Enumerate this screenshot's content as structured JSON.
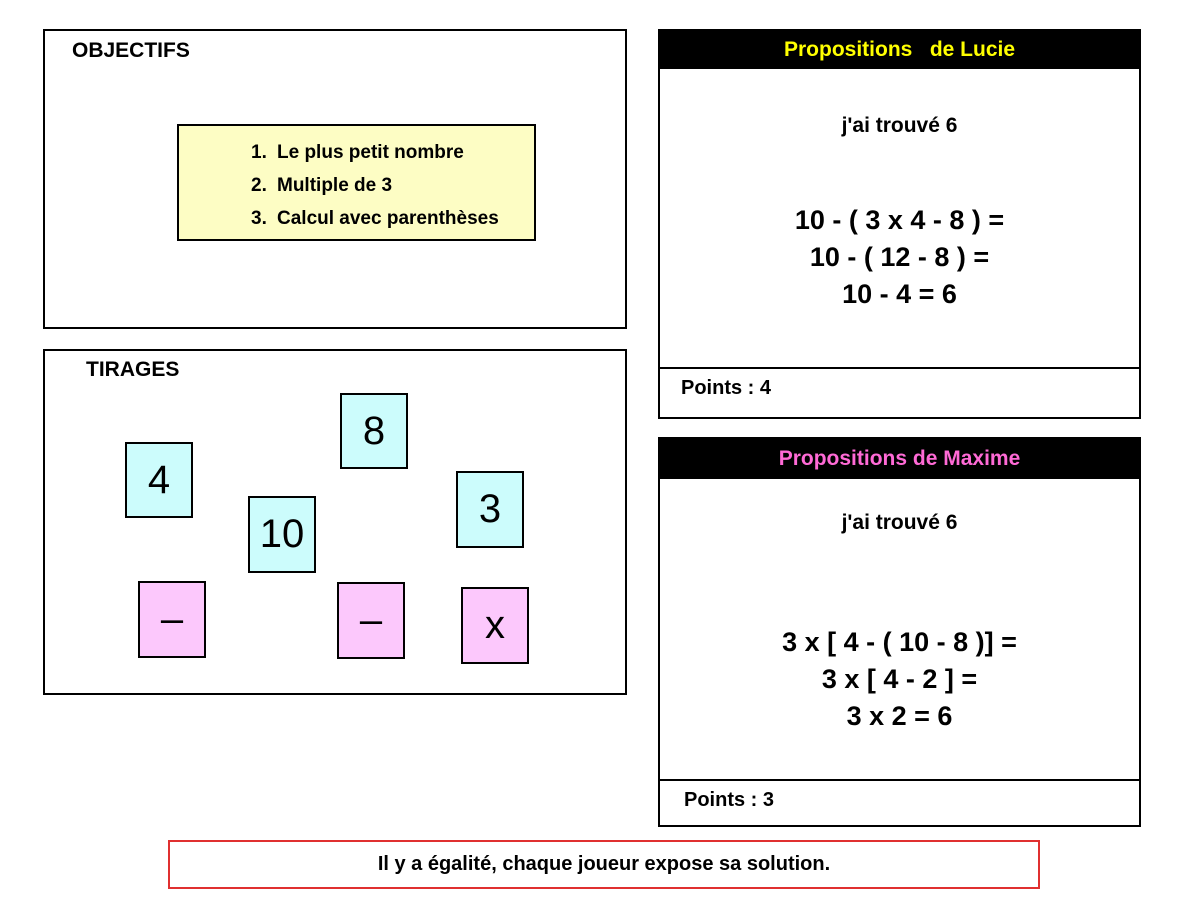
{
  "objectifs": {
    "title": "OBJECTIFS",
    "items": [
      {
        "num": "1.",
        "text": "Le plus petit nombre"
      },
      {
        "num": "2.",
        "text": "Multiple de 3"
      },
      {
        "num": "3.",
        "text": "Calcul avec parenthèses"
      }
    ]
  },
  "tirages": {
    "title": "TIRAGES",
    "numbers": [
      "4",
      "10",
      "8",
      "3"
    ],
    "operators": [
      "–",
      "–",
      "x"
    ]
  },
  "lucie": {
    "title": "Propositions   de Lucie",
    "found": "j'ai trouvé 6",
    "calc": [
      "10 - ( 3 x 4 - 8 ) =",
      "10 - ( 12 - 8 ) =",
      "10 - 4 = 6"
    ],
    "points": "Points : 4",
    "title_color": "#ffff00"
  },
  "maxime": {
    "title": "Propositions de Maxime",
    "found": "j'ai trouvé 6",
    "calc": [
      "3 x [ 4 - ( 10 - 8 )] =",
      "3 x [ 4 - 2 ] =",
      "3 x 2 = 6"
    ],
    "points": "Points : 3",
    "title_color": "#ff6ad6"
  },
  "result": {
    "message": "Il y a égalité, chaque joueur expose sa solution."
  },
  "colors": {
    "number_tile": "#ccfcfc",
    "operator_tile": "#fcc8fc",
    "objectives_box": "#fdfdc4",
    "result_border": "#e03030"
  }
}
